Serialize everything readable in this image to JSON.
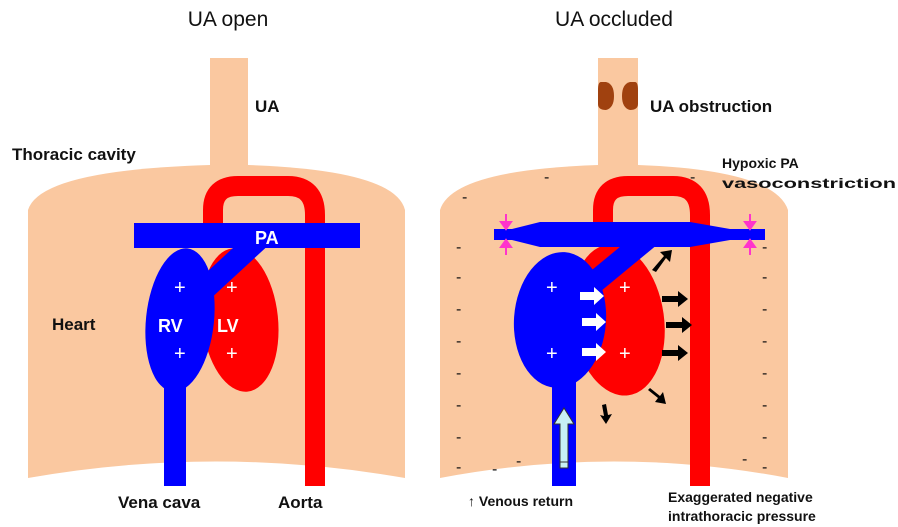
{
  "titles": {
    "left": "UA open",
    "right": "UA occluded"
  },
  "left_panel": {
    "ua": "UA",
    "thoracic_cavity": "Thoracic cavity",
    "heart": "Heart",
    "pa": "PA",
    "rv": "RV",
    "lv": "LV",
    "plus": "+",
    "vena_cava": "Vena cava",
    "aorta": "Aorta"
  },
  "right_panel": {
    "ua_obstruction": "UA obstruction",
    "hypoxic_line1": "Hypoxic PA",
    "hypoxic_line2": "vasoconstriction",
    "plus": "+",
    "minus": "-",
    "venous_return": "↑ Venous return",
    "pressure_line1": "Exaggerated negative",
    "pressure_line2": "intrathoracic pressure"
  },
  "colors": {
    "body": "#FAC8A0",
    "vein": "#0000FF",
    "artery": "#FF0000",
    "obstruction": "#A0410F",
    "pink_arrow": "#FF33CC",
    "light_arrow": "#C8F0F5"
  }
}
